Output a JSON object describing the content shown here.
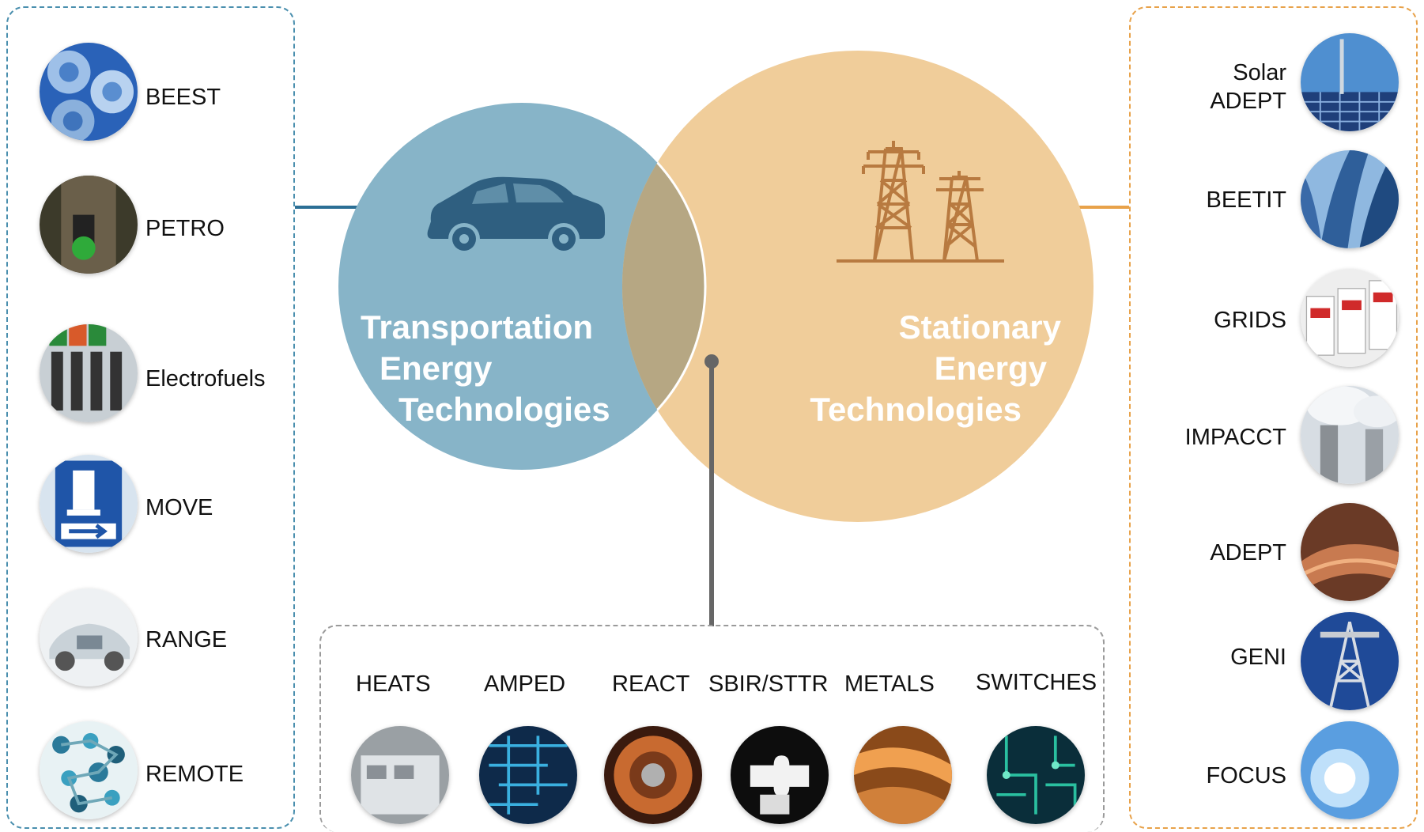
{
  "transportation": {
    "line1": "Transportation",
    "line2": "Energy",
    "line3": "Technologies",
    "color": "#87b4c8",
    "icon": "car-icon",
    "items": [
      "BEEST",
      "PETRO",
      "Electrofuels",
      "MOVE",
      "RANGE",
      "REMOTE"
    ]
  },
  "stationary": {
    "line1": "Stationary",
    "line2": "Energy",
    "line3": "Technologies",
    "color": "#f0cd9a",
    "icon": "power-tower-icon",
    "items": [
      "Solar",
      "ADEPT",
      "BEETIT",
      "GRIDS",
      "IMPACCT",
      "ADEPT",
      "GENI",
      "FOCUS"
    ]
  },
  "overlap": {
    "color": "#b6a783",
    "items": [
      "HEATS",
      "AMPED",
      "REACT",
      "SBIR/STTR",
      "METALS",
      "SWITCHES"
    ]
  },
  "colors": {
    "left_accent": "#2b6f95",
    "right_accent": "#e8a24a",
    "center_accent": "#666666"
  }
}
